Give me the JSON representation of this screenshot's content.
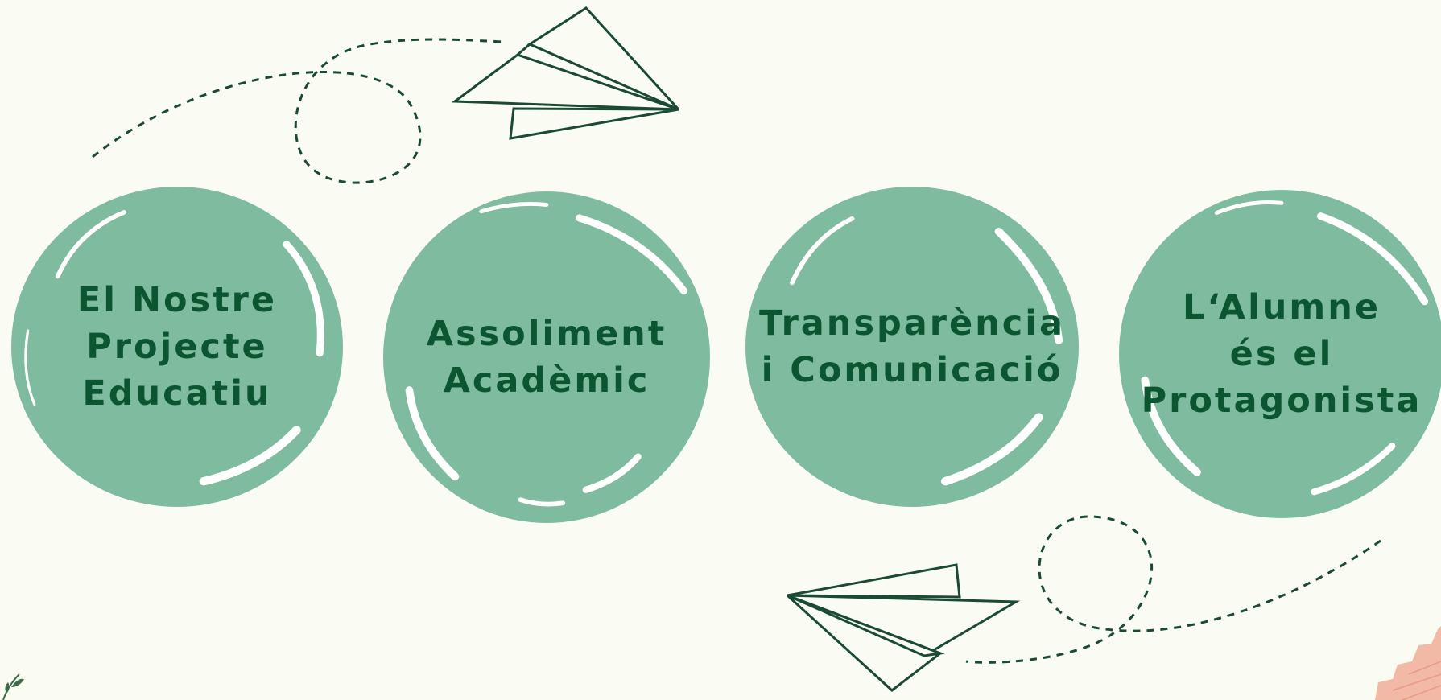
{
  "colors": {
    "background": "#fbfcf1",
    "bubble": "#7fbb9f",
    "text": "#0b5531",
    "line": "#1a4a33",
    "accent": "#f2b9a6"
  },
  "icons": {
    "plane_top": "paper-plane-icon",
    "plane_bottom": "paper-plane-icon",
    "leaf": "leaf-icon",
    "paper": "paper-scrap-icon"
  },
  "bubbles": [
    {
      "label": "El Nostre\nProjecte\nEducatiu"
    },
    {
      "label": "Assoliment\nAcadèmic"
    },
    {
      "label": "Transparència\ni Comunicació"
    },
    {
      "label": "L‘Alumne\nés el\nProtagonista"
    }
  ]
}
